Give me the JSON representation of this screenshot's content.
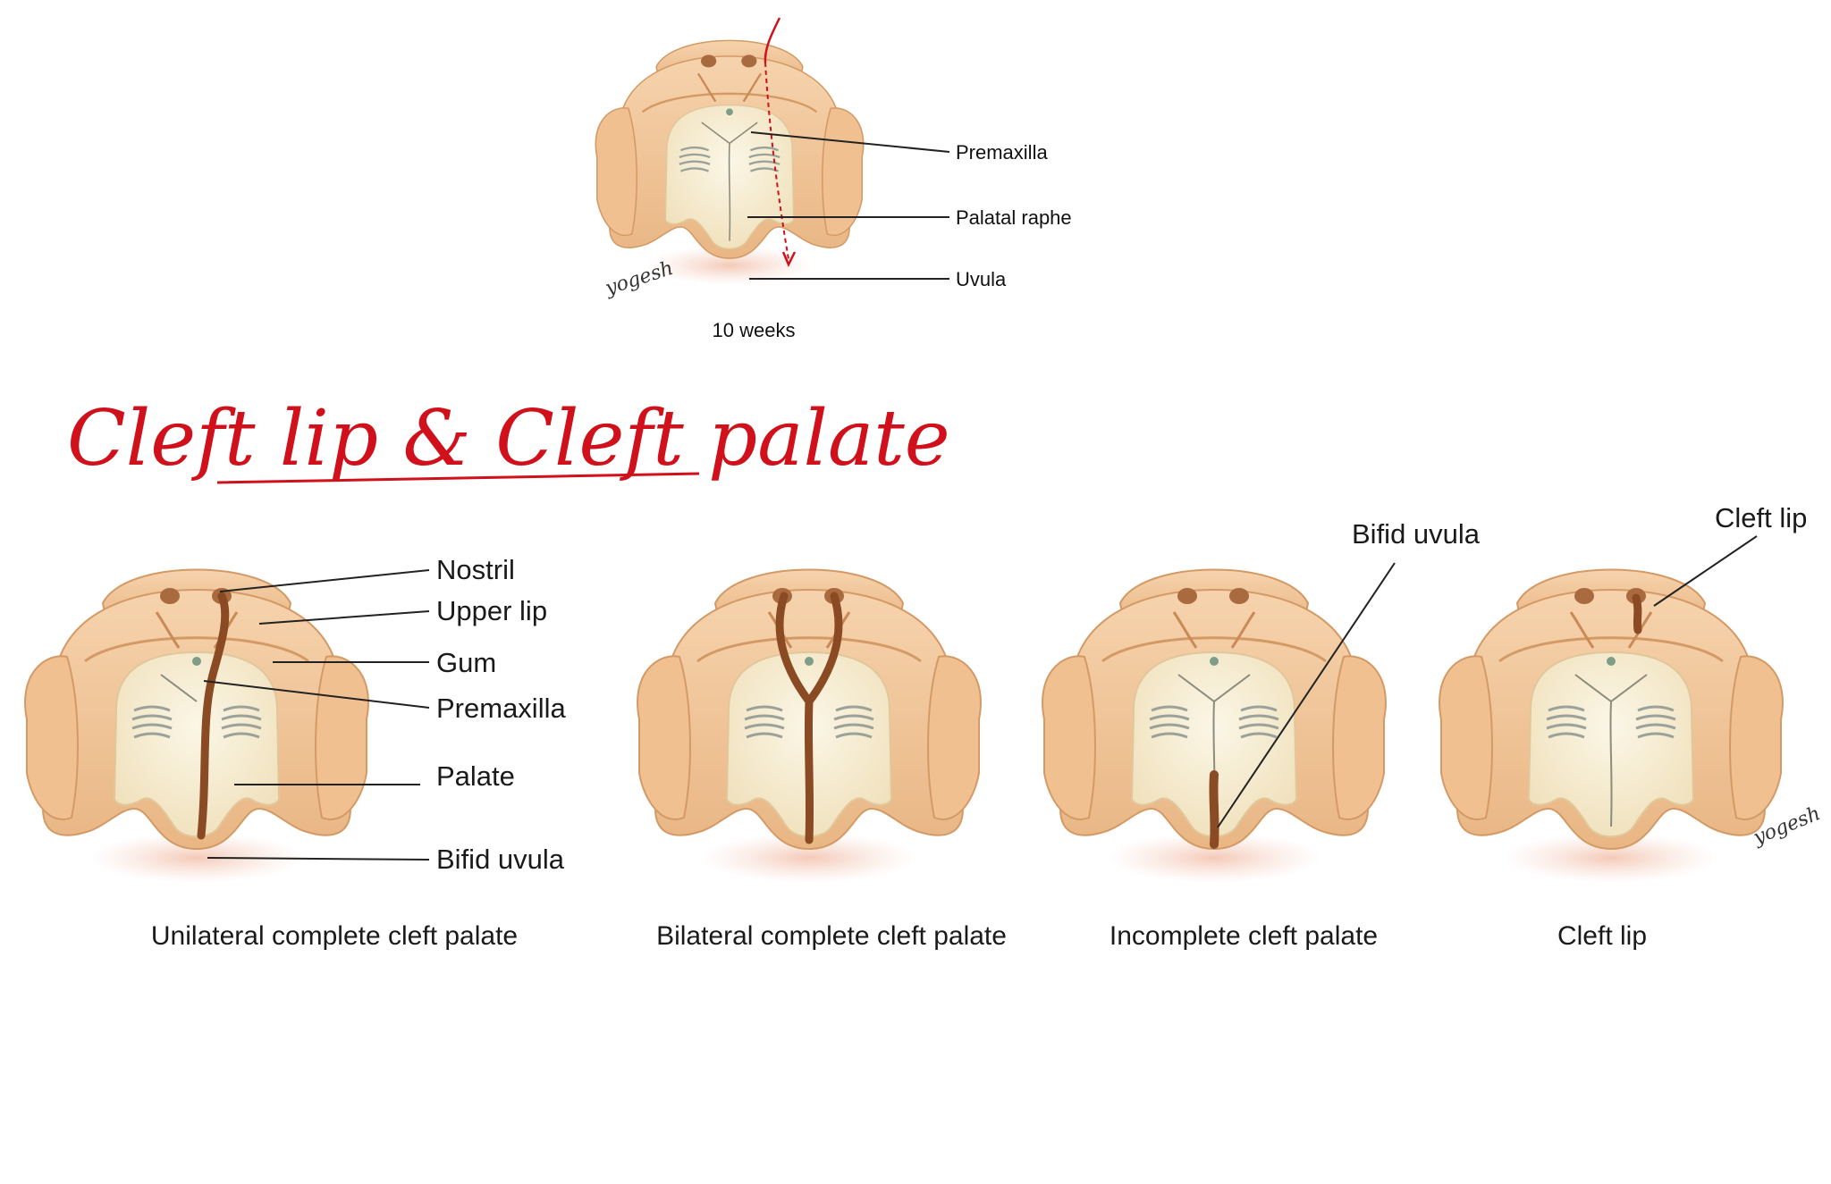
{
  "top_diagram": {
    "labels": {
      "premaxilla": "Premaxilla",
      "palatal_raphe": "Palatal raphe",
      "uvula": "Uvula"
    },
    "caption": "10 weeks",
    "signature": "yogesh"
  },
  "handwritten_title": "Cleft lip & Cleft palate",
  "panels": [
    {
      "caption": "Unilateral complete cleft palate",
      "labels": {
        "nostril": "Nostril",
        "upper_lip": "Upper lip",
        "gum": "Gum",
        "premaxilla": "Premaxilla",
        "palate": "Palate",
        "bifid_uvula": "Bifid uvula"
      }
    },
    {
      "caption": "Bilateral complete cleft palate"
    },
    {
      "caption": "Incomplete cleft palate",
      "labels": {
        "bifid_uvula": "Bifid uvula"
      }
    },
    {
      "caption": "Cleft lip",
      "labels": {
        "cleft_lip": "Cleft lip"
      },
      "signature": "yogesh"
    }
  ],
  "colors": {
    "skin": "#f1c79a",
    "skin_dark": "#e2ad7a",
    "palate": "#f7efd8",
    "cleft": "#8a4a24",
    "ink_red": "#d0101a"
  }
}
